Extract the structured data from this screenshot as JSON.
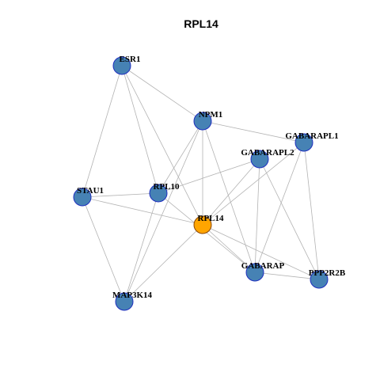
{
  "title": "RPL14",
  "colors": {
    "node_fill": "#4682B4",
    "node_stroke": "#1F2FBF",
    "focus_fill": "#FFA500",
    "focus_stroke": "#8B4500",
    "edge": "#B3B3B3"
  },
  "focus_node": "RPL14",
  "nodes": [
    {
      "id": "ESR1",
      "label": "ESR1"
    },
    {
      "id": "NPM1",
      "label": "NPM1"
    },
    {
      "id": "GABARAPL1",
      "label": "GABARAPL1"
    },
    {
      "id": "GABARAPL2",
      "label": "GABARAPL2"
    },
    {
      "id": "STAU1",
      "label": "STAU1"
    },
    {
      "id": "RPL10",
      "label": "RPL10"
    },
    {
      "id": "RPL14",
      "label": "RPL14"
    },
    {
      "id": "GABARAP",
      "label": "GABARAP"
    },
    {
      "id": "PPP2R2B",
      "label": "PPP2R2B"
    },
    {
      "id": "MAP3K14",
      "label": "MAP3K14"
    }
  ],
  "edges": [
    [
      "ESR1",
      "NPM1"
    ],
    [
      "ESR1",
      "STAU1"
    ],
    [
      "ESR1",
      "RPL10"
    ],
    [
      "ESR1",
      "RPL14"
    ],
    [
      "NPM1",
      "GABARAPL1"
    ],
    [
      "NPM1",
      "RPL14"
    ],
    [
      "NPM1",
      "RPL10"
    ],
    [
      "NPM1",
      "GABARAP"
    ],
    [
      "NPM1",
      "MAP3K14"
    ],
    [
      "GABARAPL1",
      "RPL14"
    ],
    [
      "GABARAPL1",
      "GABARAP"
    ],
    [
      "GABARAPL1",
      "PPP2R2B"
    ],
    [
      "GABARAPL2",
      "RPL10"
    ],
    [
      "GABARAPL2",
      "RPL14"
    ],
    [
      "GABARAPL2",
      "GABARAP"
    ],
    [
      "GABARAPL2",
      "PPP2R2B"
    ],
    [
      "STAU1",
      "RPL10"
    ],
    [
      "STAU1",
      "RPL14"
    ],
    [
      "STAU1",
      "MAP3K14"
    ],
    [
      "RPL10",
      "MAP3K14"
    ],
    [
      "RPL10",
      "GABARAP"
    ],
    [
      "RPL14",
      "GABARAP"
    ],
    [
      "RPL14",
      "PPP2R2B"
    ],
    [
      "RPL14",
      "MAP3K14"
    ],
    [
      "GABARAP",
      "PPP2R2B"
    ]
  ]
}
